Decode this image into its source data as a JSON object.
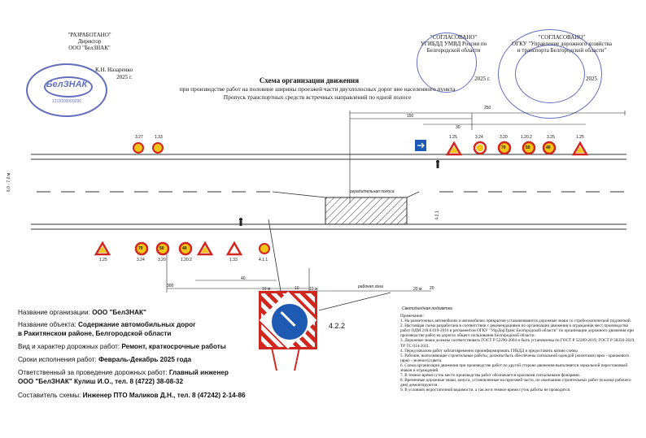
{
  "approvals": {
    "left": {
      "heading": "\"РАЗРАБОТАНО\"",
      "role": "Директор",
      "org": "ООО \"БелЗНАК\"",
      "signer": "К.Н. Назаренко",
      "year": "2025 г."
    },
    "middle": {
      "heading": "\"СОГЛАСОВАНО\"",
      "org_line1": "УГИБДД УМВД России по",
      "org_line2": "Белгородской области",
      "year": "2025 г."
    },
    "right": {
      "heading": "\"СОГЛАСОВАНО\"",
      "org_line1": "ОГКУ \"Управление дорожного хозяйства",
      "org_line2": "и транспорта Белгородской области\"",
      "year": "2025"
    }
  },
  "stamp": {
    "brand": "БелЗНАК",
    "number": "1219100009290"
  },
  "title": {
    "line1": "Схема организации движения",
    "line2": "при производстве  работ на половине ширины проезжей части двухполосных дорог вне населенного пункта",
    "line3": "Пропуск транспортных средств встречных направлений по одной полосе"
  },
  "diagram": {
    "dimensions": {
      "d250": "250",
      "d150": "150",
      "d30": "30",
      "d300": "300",
      "d40": "40",
      "d10": "10",
      "d20": "20",
      "dm_right": "20 м",
      "dm_mid": "10 м",
      "dm_left": "10 м"
    },
    "road_width": "6,0 - 7,0 м",
    "zone_label": "рабочая зона",
    "fence_label": "оградительная полоса",
    "sign_code_right": "4.2.1",
    "sign_codes_top": [
      "1.25",
      "3.24",
      "3.20",
      "1.20.2",
      "3.25",
      "3.27",
      "1.33",
      "1.25"
    ],
    "sign_values_top": [
      "70",
      "50",
      "40"
    ],
    "sign_codes_bottom": [
      "1.25",
      "3.24",
      "3.20",
      "1.20.2",
      "1.33",
      "4.1.1"
    ],
    "sign_values_bottom": [
      "70",
      "50",
      "40"
    ],
    "big_sign_code": "4.2.2",
    "legend_label": "Светодиодная подсветка"
  },
  "info": {
    "org_label": "Название организации:",
    "org_value": "ООО \"БелЗНАК\"",
    "object_label": "Название объекта:",
    "object_value_1": "Содержание автомобильных дорог",
    "object_value_2": "в Ракитянском районе, Белгородской области",
    "work_label": "Вид и характер дорожных работ:",
    "work_value": "Ремонт, краткосрочные работы",
    "dates_label": "Сроки исполнения работ:",
    "dates_value": "Февраль-Декабрь 2025 года",
    "resp_label": "Ответственный за проведение дорожных работ:",
    "resp_value_1": "Главный инженер",
    "resp_value_2": "ООО \"БелЗНАК\" Кулиш И.О., тел. 8 (4722) 38-08-32",
    "author_label": "Составитель схемы:",
    "author_value": "Инженер ПТО Маликов Д.Н., тел. 8 (47242) 2-14-86"
  },
  "notes": {
    "heading": "Примечание:",
    "items": [
      "1. На разметочных автомобилях и автомобилях прикрытия устанавливаются дорожные знаки со стробоскопической подсветкой.",
      "2. Настоящая схема разработана в соответствии с рекомендациями по организации движения и ограждения мест производства работ ОДМ 218.6.019-2016 и регламентом ОГКУ \"УпрДорТранс Белгородской области\" по организации дорожного движения при производстве работ на дорогах общего пользования Белгородской области.",
      "3. Дорожные знаки должны соответствовать ГОСТ Р 52290-2004 и быть установлены по ГОСТ Р 52289-2019, ГОСТ Р 58350-2019, ТР ТС 014-2011.",
      "4. Перед началом работ заблаговременно проинформировать ГИБДД и предоставить копию схемы",
      "5. Рабочие, выполняющие строительные работы, должны быть обеспечены сигнальной одеждой (жилетами) ярко - оранжевого (ярко - зеленого) цвета.",
      "6. Схема организации движения при производстве работ по другой стороне движения выполняется зеркальной перестановкой знаков и ограждений.",
      "7. В темное время суток место производства работ обозначается красными сигнальными фонарями.",
      "8. Временные дорожные знаки, конуса, установленные на проезжей части, по окончанию строительных работ (в конце рабочего дня) демонтируются.",
      "9. В условиях недостаточной видимости, а так же в темное время суток работы не проводятся."
    ]
  },
  "colors": {
    "stamp": "#2e3fa8",
    "sign_red": "#d0261e",
    "sign_yellow": "#f2c417",
    "sign_blue": "#1e5ab4"
  }
}
